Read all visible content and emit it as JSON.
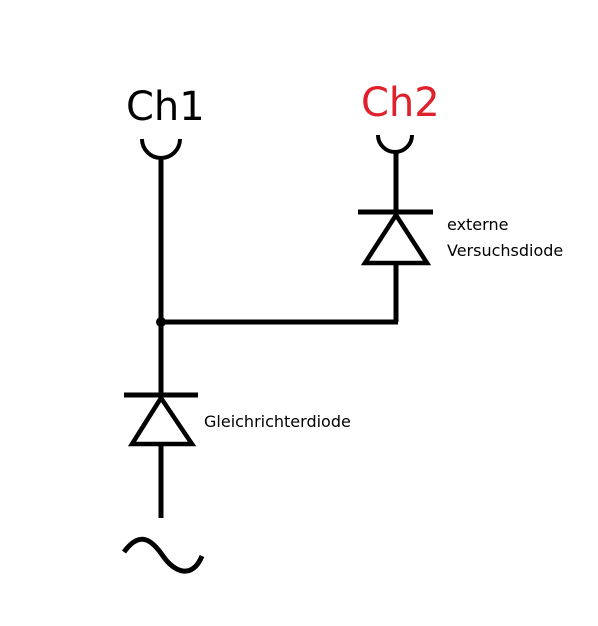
{
  "colors": {
    "wire": "#000000",
    "ch1": "#000000",
    "ch2": "#e0202a",
    "background": "#ffffff"
  },
  "labels": {
    "ch1": "Ch1",
    "ch2": "Ch2",
    "external_diode_line1": "externe",
    "external_diode_line2": "Versuchsdiode",
    "rectifier_diode": "Gleichrichterdiode",
    "ac_source_symbol": "tilde-icon"
  }
}
